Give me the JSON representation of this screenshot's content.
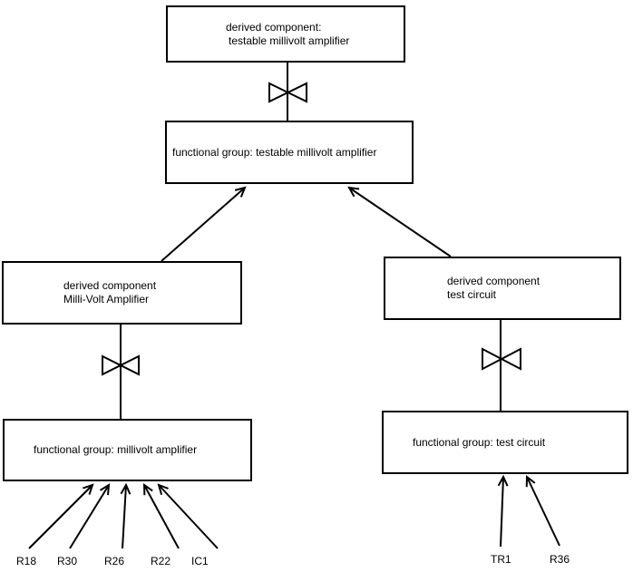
{
  "diagram": {
    "nodes": {
      "top_derived": {
        "line1": "derived component:",
        "line2": "testable millivolt amplifier"
      },
      "top_functional": {
        "label": "functional group: testable millivolt amplifier"
      },
      "left_derived": {
        "line1": "derived component",
        "line2": "Milli-Volt Amplifier"
      },
      "right_derived": {
        "line1": "derived component",
        "line2": "test circuit"
      },
      "left_functional": {
        "label": "functional group: millivolt amplifier"
      },
      "right_functional": {
        "label": "functional group: test circuit"
      }
    },
    "components_left": [
      "R18",
      "R30",
      "R26",
      "R22",
      "IC1"
    ],
    "components_right": [
      "TR1",
      "R36"
    ],
    "colors": {
      "background": "#ffffff",
      "line": "#000000",
      "text": "#000000"
    }
  }
}
